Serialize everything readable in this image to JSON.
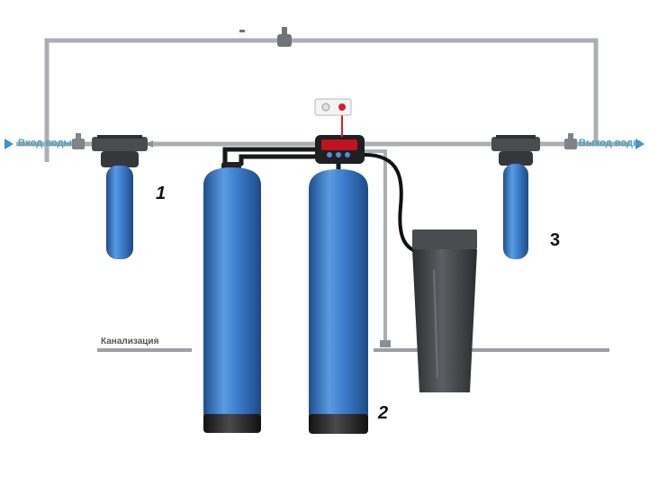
{
  "labels": {
    "inlet": "Вход воды",
    "outlet": "Выход воды",
    "sewer": "Канализация",
    "filter1": "1",
    "tank2": "2",
    "filter3": "3"
  },
  "colors": {
    "pipe": "#a9afb4",
    "tank_blue": "#2f6fb8",
    "tank_base": "#222222",
    "flow_text": "#4b9fc4",
    "flow_arrow": "#3f8fd0",
    "indicator": "#d81e26",
    "brine_tank": "#3b3d40"
  },
  "icons": {
    "inlet_arrow": "flow-arrow-icon",
    "outlet_arrow": "flow-arrow-icon",
    "power_socket": "power-socket-icon"
  }
}
